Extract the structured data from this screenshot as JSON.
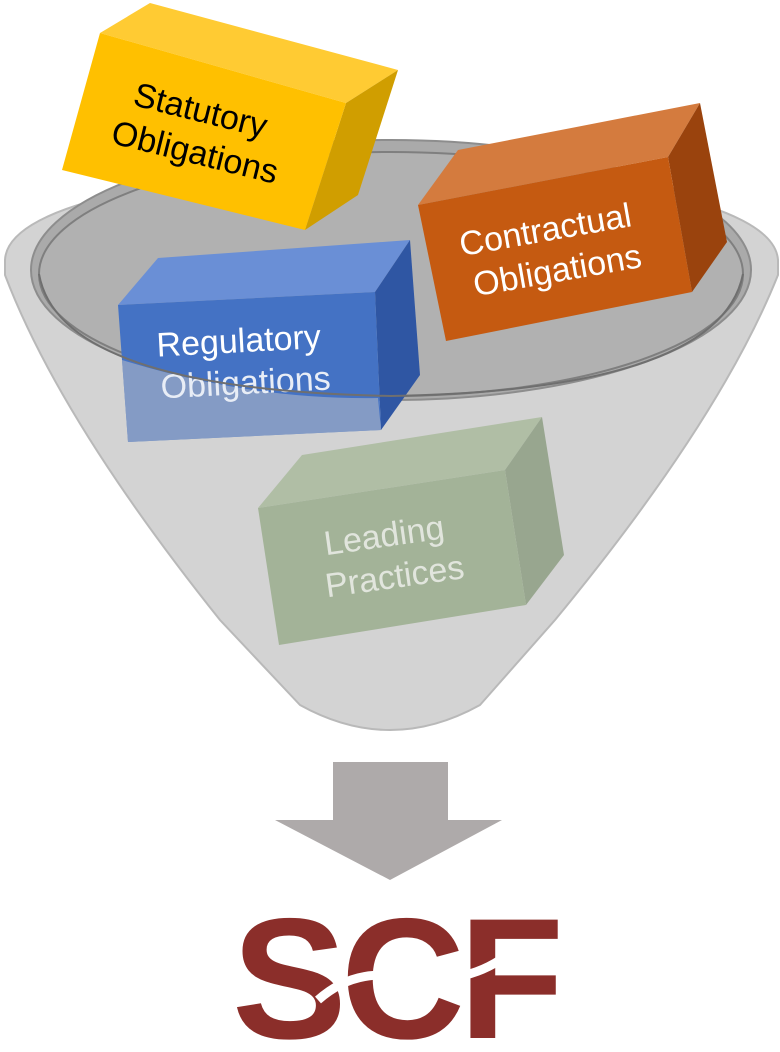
{
  "boxes": {
    "statutory": {
      "line1": "Statutory",
      "line2": "Obligations"
    },
    "contractual": {
      "line1": "Contractual",
      "line2": "Obligations"
    },
    "regulatory": {
      "line1": "Regulatory",
      "line2": "Obligations"
    },
    "leading": {
      "line1": "Leading",
      "line2": "Practices"
    }
  },
  "logo": {
    "text": "SCF"
  },
  "colors": {
    "statutory": "#FFC000",
    "contractual": "#C55A11",
    "regulatory": "#4472C4",
    "leading": "#8FA882",
    "funnel": "#D2D2D2",
    "arrow": "#AEAAAA",
    "logo": "#8B2E2A"
  }
}
